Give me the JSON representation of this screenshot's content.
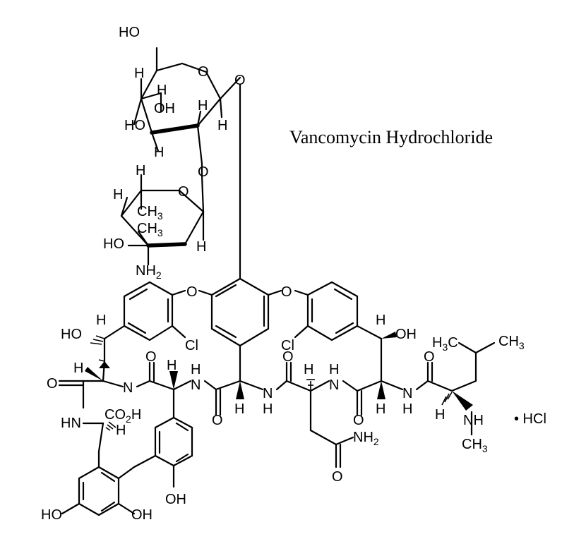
{
  "title": "Vancomycin Hydrochloride",
  "salt": "• HCl",
  "atoms": {
    "ho_ch2": "HO",
    "glc_ring_o": "O",
    "glc_anomeric_o": "O",
    "glc_h_c5": "H",
    "glc_h_c4": "H",
    "glc_oh_c3": "OH",
    "glc_ho_c4": "HO",
    "glc_h_c2": "H",
    "glc_h_c1": "H",
    "glc_h_c3": "H",
    "glyc_o": "O",
    "van_h_c5": "H",
    "van_ring_o": "O",
    "van_h_c4": "H",
    "van_ch3_c5": "CH3",
    "van_ch3_c3": "CH3",
    "van_ho_c4": "HO",
    "van_h_c1": "H",
    "van_nh2": "NH2",
    "ether_o_left": "O",
    "ether_o_right": "O",
    "ho_benzylic_left": "HO",
    "h_benzylic_left": "H",
    "cl_left": "Cl",
    "h_alpha_1": "H",
    "n_1": "N",
    "o_carbonyl_2": "O",
    "h_alpha_2": "H",
    "nh_2": "H",
    "n_2": "N",
    "o_carbonyl_1": "O",
    "nh_7": "HN",
    "co2h": "CO2H",
    "h_alpha_7": "H",
    "o_carbonyl_3": "O",
    "h_alpha_4": "H",
    "nh_4": "H",
    "n_4": "N",
    "o_carbonyl_4": "O",
    "h_alpha_3": "H",
    "nh_3": "H",
    "n_3": "N",
    "nh2_asn": "NH2",
    "o_asn": "O",
    "cl_right": "Cl",
    "h_benzylic_right": "H",
    "oh_benzylic_right": "OH",
    "o_carbonyl_5": "O",
    "h_alpha_5": "H",
    "nh_5": "H",
    "n_5": "N",
    "o_leu": "O",
    "h3c_leu": "H3C",
    "ch3_leu": "CH3",
    "h_alpha_leu": "H",
    "nh_leu": "NH",
    "ch3_n": "CH3",
    "oh_phenol_mid": "OH",
    "ho_res_bottom_left": "HO",
    "oh_res_bottom": "OH"
  }
}
